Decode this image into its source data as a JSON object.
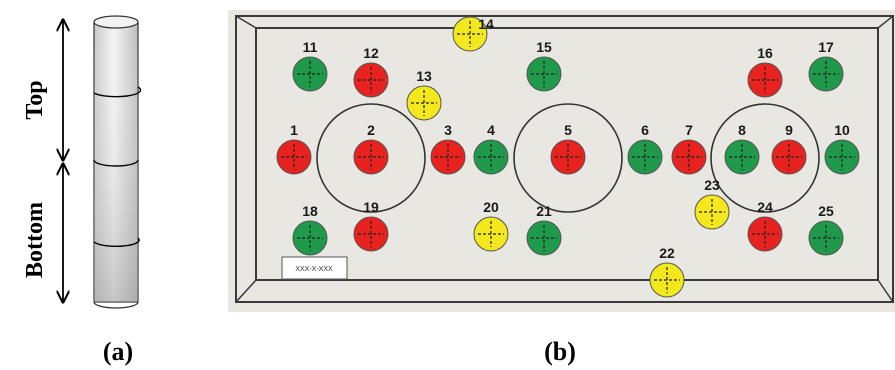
{
  "panel_a": {
    "top_label": "Top",
    "bottom_label": "Bottom",
    "caption": "(a)"
  },
  "panel_b": {
    "caption": "(b)",
    "plate_tag": "XXX-X-XXX",
    "colors": {
      "red": "#e8231f",
      "green": "#1f9a4b",
      "yellow": "#f2e81c",
      "plate": "#e8e7e1"
    },
    "points": [
      {
        "n": "1",
        "color": "red"
      },
      {
        "n": "2",
        "color": "red"
      },
      {
        "n": "3",
        "color": "red"
      },
      {
        "n": "4",
        "color": "green"
      },
      {
        "n": "5",
        "color": "red"
      },
      {
        "n": "6",
        "color": "green"
      },
      {
        "n": "7",
        "color": "red"
      },
      {
        "n": "8",
        "color": "green"
      },
      {
        "n": "9",
        "color": "red"
      },
      {
        "n": "10",
        "color": "green"
      },
      {
        "n": "11",
        "color": "green"
      },
      {
        "n": "12",
        "color": "red"
      },
      {
        "n": "13",
        "color": "yellow"
      },
      {
        "n": "14",
        "color": "yellow"
      },
      {
        "n": "15",
        "color": "green"
      },
      {
        "n": "16",
        "color": "red"
      },
      {
        "n": "17",
        "color": "green"
      },
      {
        "n": "18",
        "color": "green"
      },
      {
        "n": "19",
        "color": "red"
      },
      {
        "n": "20",
        "color": "yellow"
      },
      {
        "n": "21",
        "color": "green"
      },
      {
        "n": "22",
        "color": "yellow"
      },
      {
        "n": "23",
        "color": "yellow"
      },
      {
        "n": "24",
        "color": "red"
      },
      {
        "n": "25",
        "color": "green"
      }
    ]
  }
}
